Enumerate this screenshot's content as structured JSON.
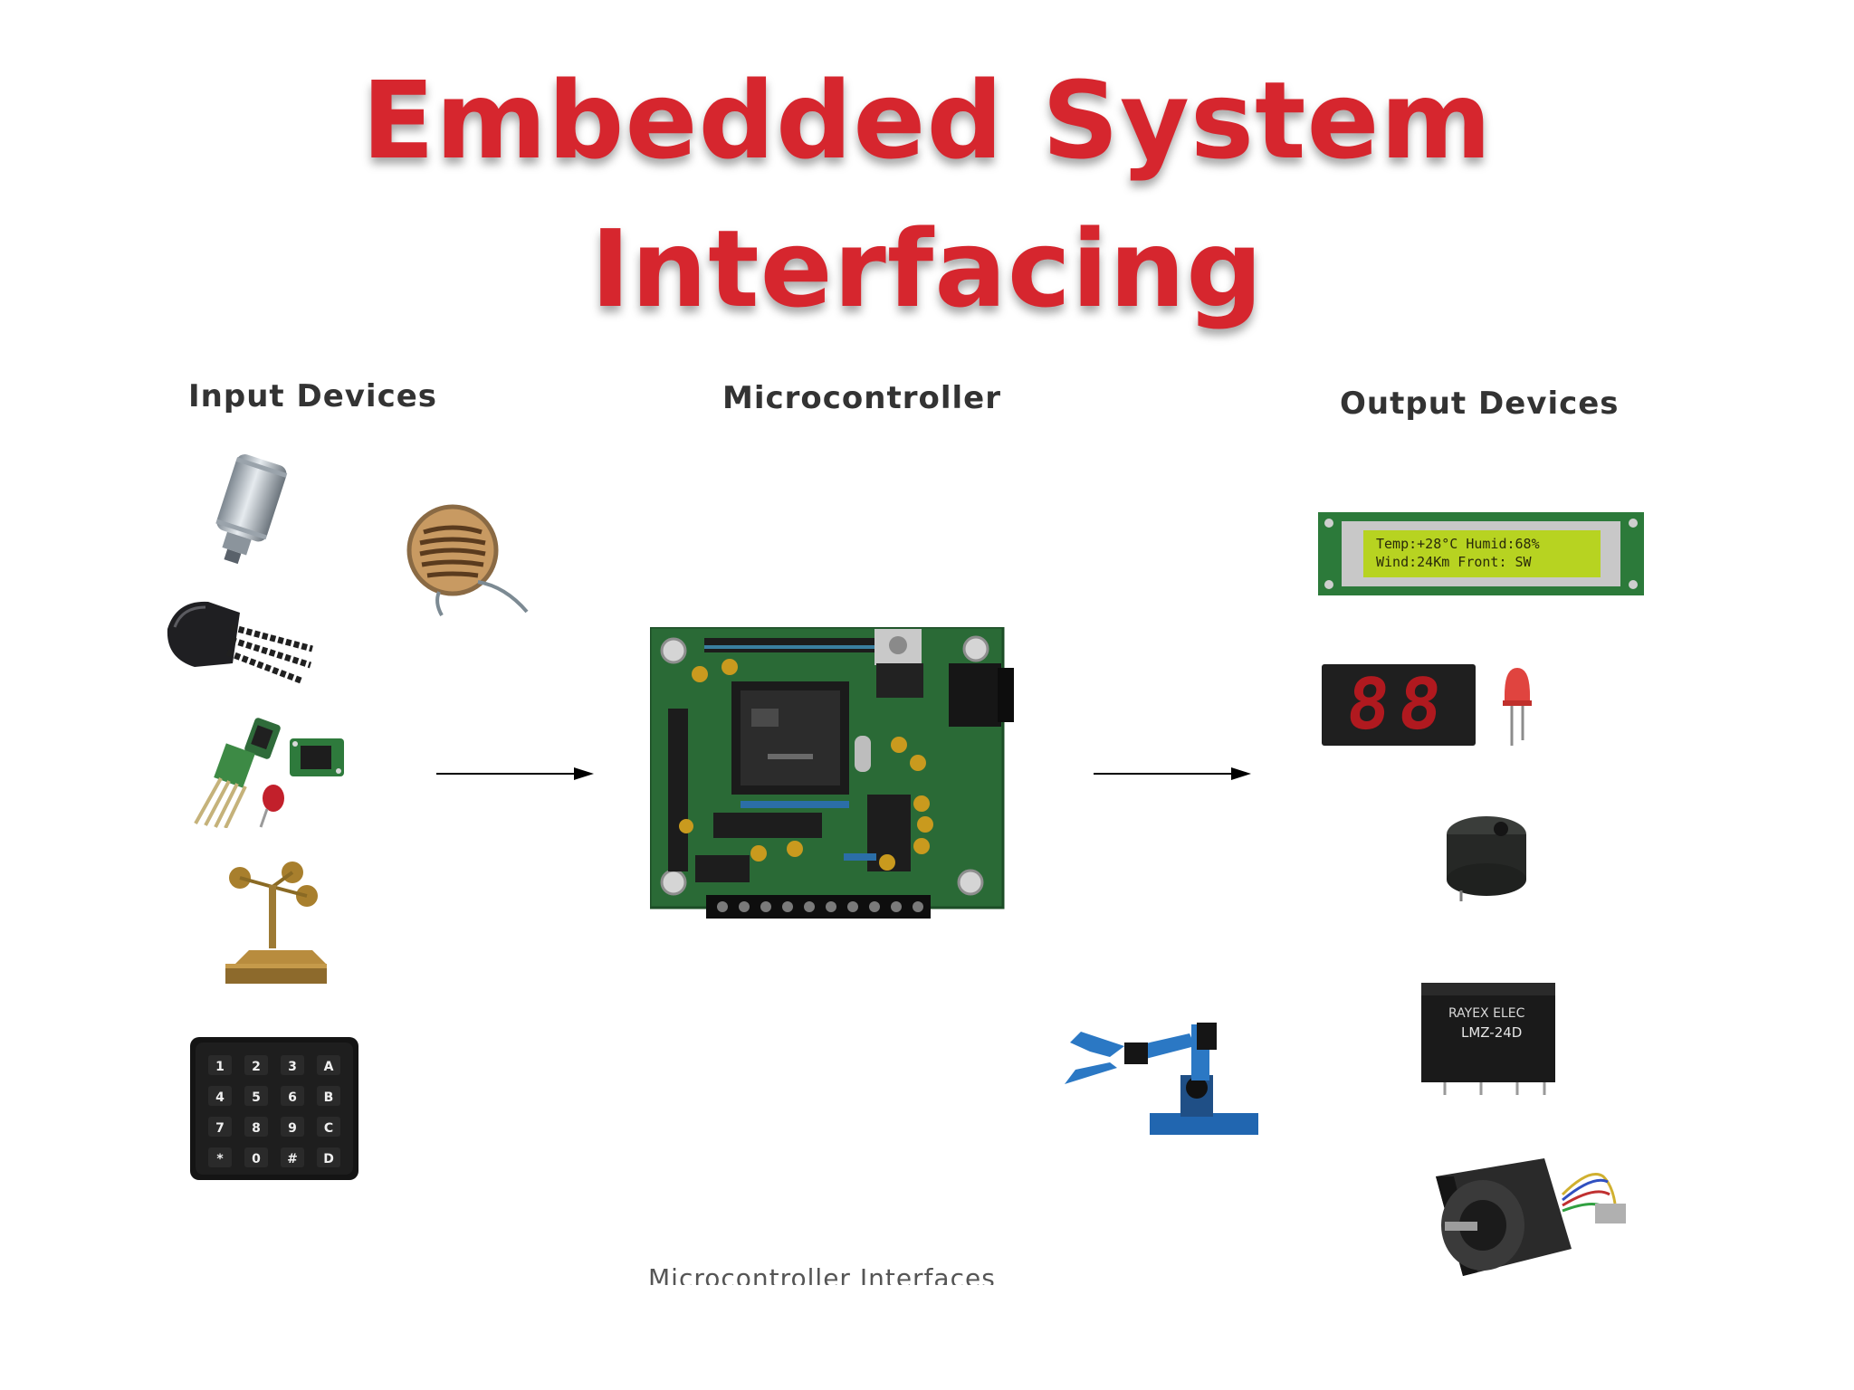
{
  "slide": {
    "title_line1": "Embedded System",
    "title_line2": "Interfacing",
    "title_color": "#d6262e"
  },
  "columns": {
    "input_heading": "Input Devices",
    "micro_heading": "Microcontroller",
    "output_heading": "Output Devices"
  },
  "input_devices": [
    {
      "icon": "pressure-sensor-icon"
    },
    {
      "icon": "light-dependent-resistor-icon"
    },
    {
      "icon": "temperature-sensor-transistor-icon"
    },
    {
      "icon": "humidity-sensor-icon"
    },
    {
      "icon": "anemometer-icon"
    },
    {
      "icon": "keypad-icon"
    }
  ],
  "keypad": {
    "keys": [
      "1",
      "2",
      "3",
      "A",
      "4",
      "5",
      "6",
      "B",
      "7",
      "8",
      "9",
      "C",
      "*",
      "0",
      "#",
      "D"
    ]
  },
  "lcd": {
    "line1": "Temp:+28°C Humid:68%",
    "line2": "Wind:24Km Front: SW"
  },
  "seven_segment": {
    "digits": "88"
  },
  "relay": {
    "brand": "RAYEX ELEC",
    "model": "LMZ-24D"
  },
  "output_devices": [
    {
      "icon": "lcd-display-icon"
    },
    {
      "icon": "seven-segment-display-icon"
    },
    {
      "icon": "led-icon"
    },
    {
      "icon": "buzzer-icon"
    },
    {
      "icon": "robotic-arm-icon"
    },
    {
      "icon": "relay-icon"
    },
    {
      "icon": "stepper-motor-icon"
    }
  ],
  "footer": {
    "caption": "Microcontroller Interfaces"
  }
}
